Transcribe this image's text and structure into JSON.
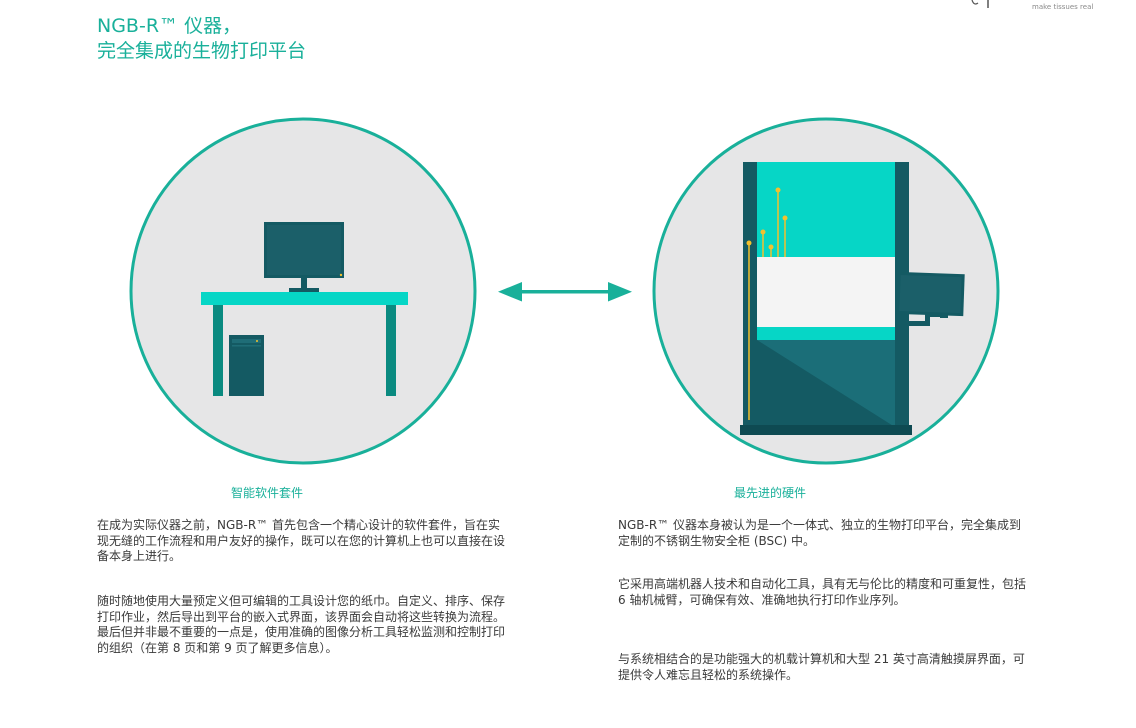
{
  "header": {
    "title_line1": "NGB-R™ 仪器，",
    "title_line2": "完全集成的生物打印平台",
    "tagline": "make tissues real"
  },
  "left": {
    "caption": "智能软件套件",
    "para1": "在成为实际仪器之前，NGB-R™ 首先包含一个精心设计的软件套件，旨在实现无缝的工作流程和用户友好的操作，既可以在您的计算机上也可以直接在设备本身上进行。",
    "para2": "随时随地使用大量预定义但可编辑的工具设计您的纸巾。自定义、排序、保存打印作业，然后导出到平台的嵌入式界面，该界面会自动将这些转换为流程。最后但并非最不重要的一点是，使用准确的图像分析工具轻松监测和控制打印的组织（在第 8 页和第 9 页了解更多信息）。"
  },
  "right": {
    "caption": "最先进的硬件",
    "para1": "NGB-R™ 仪器本身被认为是一个一体式、独立的生物打印平台，完全集成到定制的不锈钢生物安全柜 (BSC) 中。",
    "para2": "它采用高端机器人技术和自动化工具，具有无与伦比的精度和可重复性，包括 6 轴机械臂，可确保有效、准确地执行打印作业序列。",
    "para3": "与系统相结合的是功能强大的机载计算机和大型 21 英寸高清触摸屏界面，可提供令人难忘且轻松的系统操作。"
  },
  "icons": {
    "left": "workstation-computer-icon",
    "right": "bioprinter-cabinet-icon",
    "arrow": "double-arrow-icon"
  },
  "colors": {
    "accent": "#19b09a",
    "circle_fill": "#e6e6e7",
    "teal_bright": "#06d6c6",
    "teal_dark": "#145a63",
    "yellow": "#f2c12e"
  }
}
